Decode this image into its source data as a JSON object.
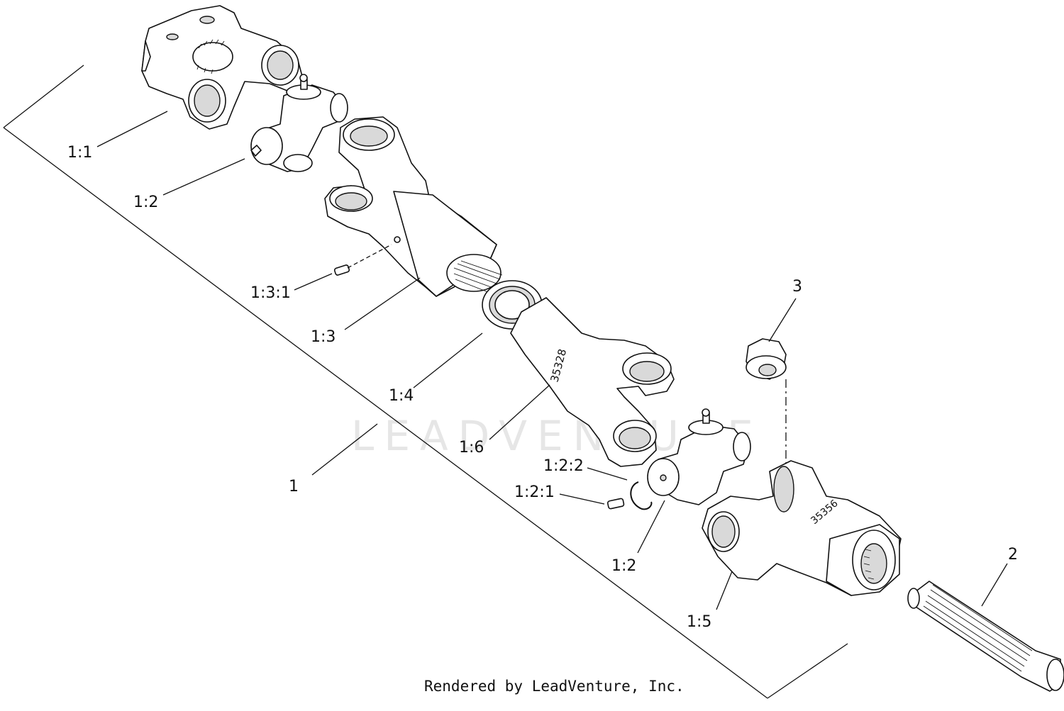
{
  "diagram": {
    "labels": {
      "l1": "1",
      "l1_1": "1:1",
      "l1_2_top": "1:2",
      "l1_3_1": "1:3:1",
      "l1_3": "1:3",
      "l1_4": "1:4",
      "l1_6": "1:6",
      "l1_2_2": "1:2:2",
      "l1_2_1": "1:2:1",
      "l1_2_bottom": "1:2",
      "l1_5": "1:5",
      "l2": "2",
      "l3": "3"
    },
    "yoke_markings": {
      "center_yoke": "35328",
      "bottom_yoke": "35356"
    },
    "watermark": "LEADVENTURE",
    "credit": "Rendered by LeadVenture, Inc."
  }
}
